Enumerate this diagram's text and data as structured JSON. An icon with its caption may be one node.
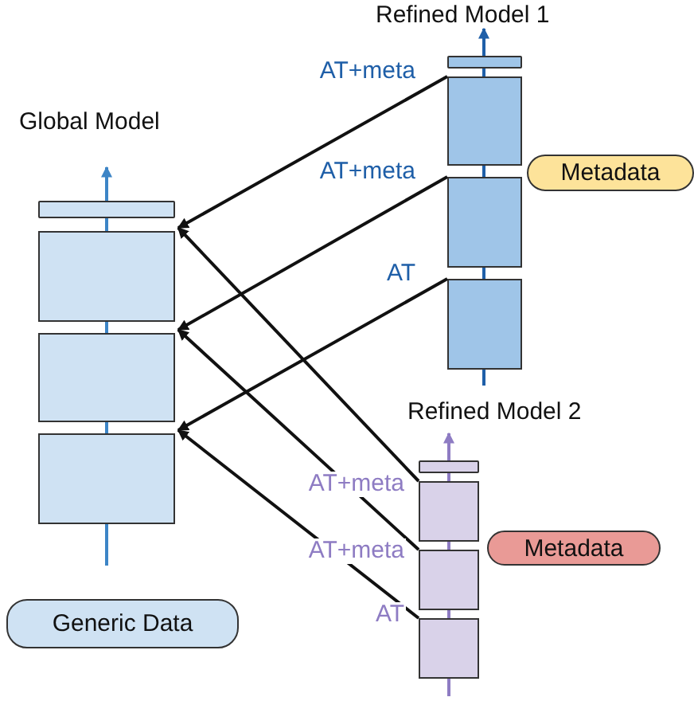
{
  "diagram": {
    "nodes": [
      {
        "text": [],
        "shape": "bar"
      },
      {
        "text": [],
        "shape": "box"
      },
      {
        "text": [],
        "shape": "box"
      },
      {
        "text": [],
        "shape": "box"
      },
      {
        "text": [],
        "shape": "bar"
      },
      {
        "text": [],
        "shape": "box"
      },
      {
        "text": [],
        "shape": "box"
      },
      {
        "text": [],
        "shape": "box"
      },
      {
        "text": [
          "Metadata"
        ]
      },
      {
        "text": [],
        "shape": "bar"
      },
      {
        "text": [],
        "shape": "box"
      },
      {
        "text": [],
        "shape": "box"
      },
      {
        "text": [],
        "shape": "box"
      },
      {
        "text": [
          "Metadata"
        ]
      },
      {
        "text": [
          "Generic Data"
        ]
      }
    ],
    "edges": [
      {
        "from": 5,
        "to": 1,
        "arrow": "to",
        "label": "AT+meta"
      },
      {
        "from": 6,
        "to": 2,
        "arrow": "to",
        "label": "AT+meta"
      },
      {
        "from": 7,
        "to": 3,
        "arrow": "to",
        "label": "AT"
      },
      {
        "from": 10,
        "to": 1,
        "arrow": "to",
        "label": "AT+meta"
      },
      {
        "from": 11,
        "to": 2,
        "arrow": "to",
        "label": "AT+meta"
      },
      {
        "from": 12,
        "to": 3,
        "arrow": "to",
        "label": "AT"
      }
    ],
    "labels": [
      "Refined Model 1",
      "Global Model",
      "Refined Model 2"
    ]
  }
}
